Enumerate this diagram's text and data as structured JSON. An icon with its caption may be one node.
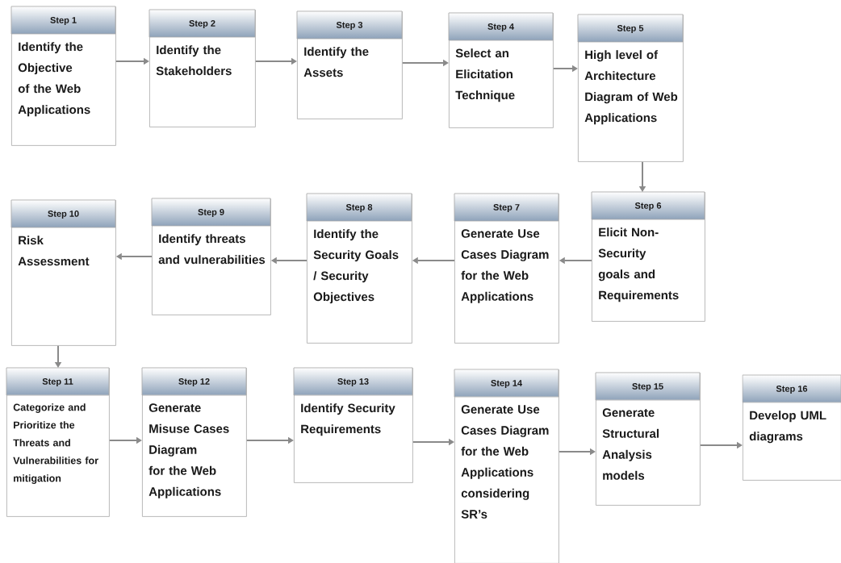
{
  "diagram": {
    "nodes": [
      {
        "text": [
          "Step 1",
          "Identify the Objective of the Web Applications"
        ]
      },
      {
        "text": [
          "Step 2",
          "Identify the Stakeholders"
        ]
      },
      {
        "text": [
          "Step 3",
          "Identify the Assets"
        ]
      },
      {
        "text": [
          "Step 4",
          "Select an Elicitation Technique"
        ]
      },
      {
        "text": [
          "Step 5",
          "High level of Architecture Diagram of Web Applications"
        ]
      },
      {
        "text": [
          "Step 10",
          "Risk Assessment"
        ]
      },
      {
        "text": [
          "Step 9",
          "Identify threats and vulnerabilities"
        ]
      },
      {
        "text": [
          "Step 8",
          "Identify the Security Goals / Security Objectives"
        ]
      },
      {
        "text": [
          "Step 7",
          "Generate Use Cases Diagram for the Web Applications"
        ]
      },
      {
        "text": [
          "Step 6",
          "Elicit Non-Security goals and Requirements"
        ]
      },
      {
        "text": [
          "Step 11",
          "Categorize and Prioritize the Threats and Vulnerabilities for mitigation"
        ]
      },
      {
        "text": [
          "Step 12",
          "Generate Misuse Cases Diagram for the Web Applications"
        ]
      },
      {
        "text": [
          "Step 13",
          "Identify Security Requirements"
        ]
      },
      {
        "text": [
          "Step 14",
          "Generate Use Cases Diagram for the Web Applications considering SR’s"
        ]
      },
      {
        "text": [
          "Step 15",
          "Generate Structural Analysis models"
        ]
      },
      {
        "text": [
          "Step 16",
          "Develop UML diagrams"
        ]
      }
    ],
    "edges": [
      {
        "from": 0,
        "to": 1,
        "arrow": "to"
      },
      {
        "from": 1,
        "to": 2,
        "arrow": "to"
      },
      {
        "from": 2,
        "to": 3,
        "arrow": "to"
      },
      {
        "from": 3,
        "to": 4,
        "arrow": "to"
      },
      {
        "from": 4,
        "to": 9,
        "arrow": "to"
      },
      {
        "from": 9,
        "to": 8,
        "arrow": "to"
      },
      {
        "from": 8,
        "to": 7,
        "arrow": "to"
      },
      {
        "from": 7,
        "to": 6,
        "arrow": "to"
      },
      {
        "from": 6,
        "to": 5,
        "arrow": "to"
      },
      {
        "from": 5,
        "to": 10,
        "arrow": "to"
      },
      {
        "from": 10,
        "to": 11,
        "arrow": "to"
      },
      {
        "from": 11,
        "to": 12,
        "arrow": "to"
      },
      {
        "from": 12,
        "to": 13,
        "arrow": "to"
      },
      {
        "from": 13,
        "to": 14,
        "arrow": "to"
      },
      {
        "from": 14,
        "to": 15,
        "arrow": "to"
      }
    ]
  }
}
